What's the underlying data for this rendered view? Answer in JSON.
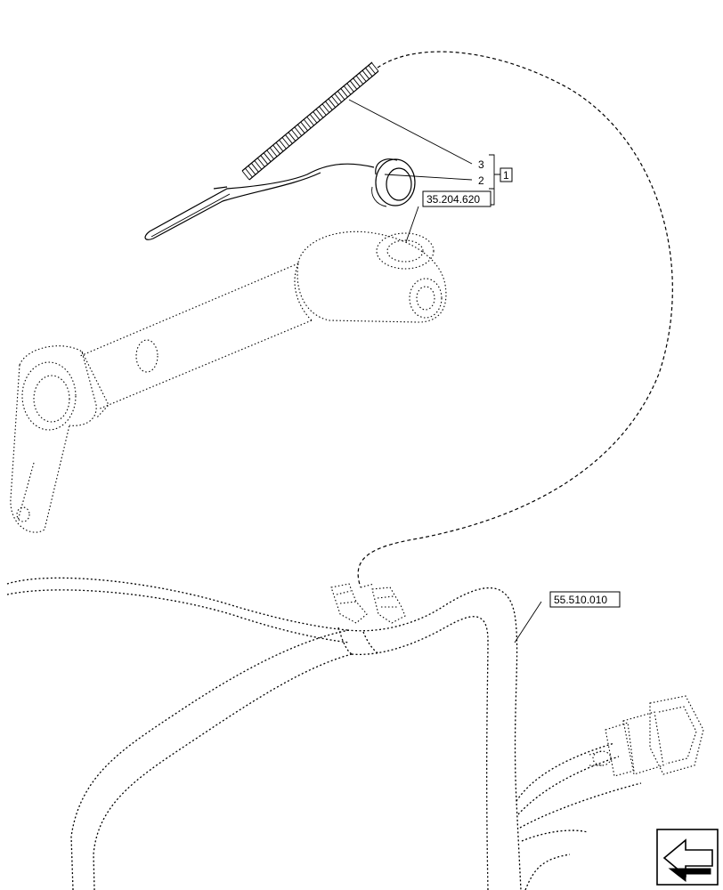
{
  "callouts": {
    "item_3": "3",
    "item_2": "2",
    "group_ref": "1",
    "ref_a": "35.204.620",
    "ref_b": "55.510.010"
  },
  "icons": {
    "nav": "arrow-back-icon"
  }
}
